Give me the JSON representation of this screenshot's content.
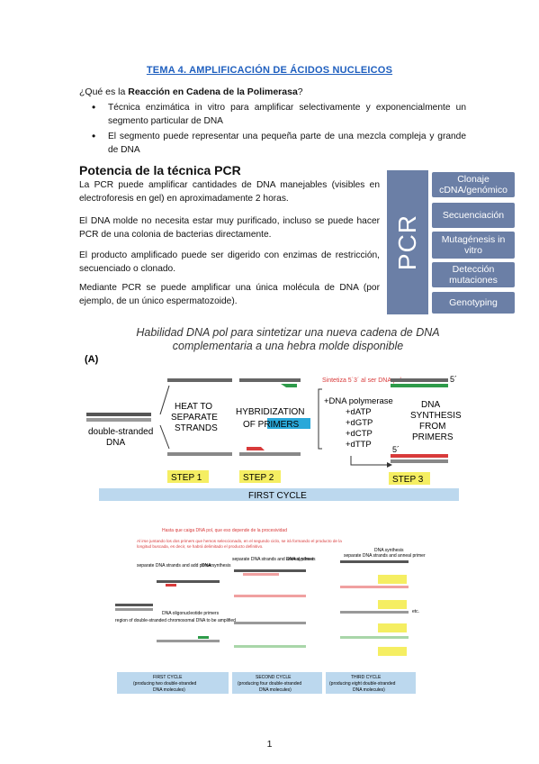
{
  "doc": {
    "title": "TEMA 4. AMPLIFICACIÓN DE ÁCIDOS NUCLEICOS",
    "question_prefix": "¿Qué es la ",
    "question_bold": "Reacción en Cadena de la Polimerasa",
    "question_suffix": "?",
    "bullets": [
      "Técnica enzimática in vitro para amplificar selectivamente y exponencialmente un segmento particular de DNA",
      "El segmento puede representar una pequeña parte de una mezcla compleja y grande de DNA"
    ],
    "section_title": "Potencia de la técnica PCR",
    "paragraphs": [
      "La PCR puede amplificar cantidades de DNA manejables (visibles en electroforesis en gel) en aproximadamente 2 horas.",
      "El DNA molde no necesita estar muy purificado, incluso se puede hacer PCR de una colonia de bacterias directamente.",
      "El producto amplificado puede ser digerido con enzimas de restricción, secuenciado o clonado.",
      "Mediante PCR se puede amplificar una única molécula de DNA (por ejemplo, de un único espermatozoide)."
    ],
    "page_number": "1"
  },
  "pcr_diagram": {
    "label": "PCR",
    "items": [
      "Clonaje cDNA/genómico",
      "Secuenciación",
      "Mutagénesis in vitro",
      "Detección mutaciones",
      "Genotyping"
    ]
  },
  "figure_a": {
    "title_line1": "Habilidad DNA pol para sintetizar una nueva cadena de DNA",
    "title_line2": "complementaria a una hebra molde disponible",
    "panel_label": "(A)",
    "note": "Sintetiza 5´3´ al ser DNA pol",
    "ds_label_1": "double-stranded",
    "ds_label_2": "DNA",
    "heat_1": "HEAT TO",
    "heat_2": "SEPARATE",
    "heat_3": "STRANDS",
    "hyb_1": "HYBRIDIZATION",
    "hyb_2": "OF PRIMERS",
    "reagents": [
      "+DNA polymerase",
      "+dATP",
      "+dGTP",
      "+dCTP",
      "+dTTP"
    ],
    "synth_1": "DNA",
    "synth_2": "SYNTHESIS",
    "synth_3": "FROM",
    "synth_4": "PRIMERS",
    "five_prime": "5´",
    "step1": "STEP 1",
    "step2": "STEP 2",
    "step3": "STEP 3",
    "first_cycle": "FIRST CYCLE"
  },
  "figure_b": {
    "note1": "Hasta que caiga DNA pol, que eso depende de la procesividad",
    "note2a": "Al irse juntando los dos primers que hemos seleccionado, en el segundo ciclo, se irá formando el producto de la",
    "note2b": "longitud buscada, es decir, se habrá delimitado el producto definitivo.",
    "lbl_sep1": "separate DNA strands and add primer",
    "lbl_synth": "DNA synthesis",
    "lbl_sep2": "separate DNA strands and anneal primer",
    "lbl_oligo": "DNA oligonucleotide primers",
    "lbl_region": "region of double-stranded chromosomal DNA to be amplified",
    "etc": "etc.",
    "c1a": "FIRST CYCLE",
    "c1b": "(producing two double-stranded",
    "c1c": "DNA molecules)",
    "c2a": "SECOND CYCLE",
    "c2b": "(producing four double-stranded",
    "c2c": "DNA molecules)",
    "c3a": "THIRD CYCLE",
    "c3b": "(producing eight double-stranded",
    "c3c": "DNA molecules)"
  },
  "colors": {
    "title_blue": "#1f5fbf",
    "pcr_box": "#6b7fa6",
    "step_yellow": "#f5ee62",
    "cycle_blue": "#bcd8ee",
    "primer_green": "#2e9b4a",
    "primer_red": "#d83a3a"
  }
}
